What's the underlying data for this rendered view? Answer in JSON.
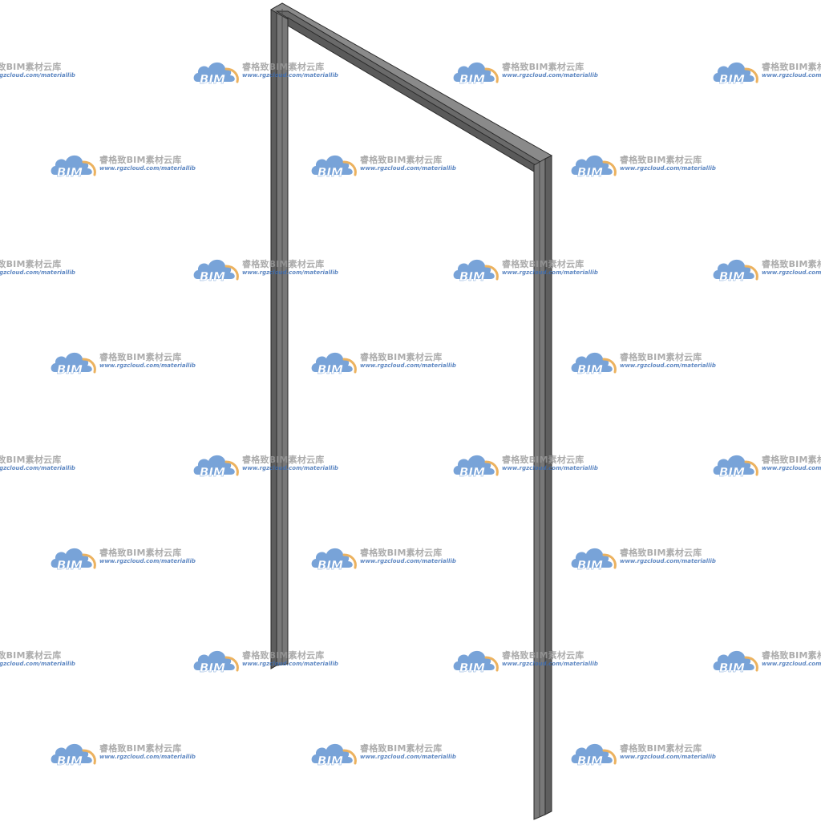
{
  "watermark": {
    "logo_text": "BIM",
    "title": "睿格致BIM素材云库",
    "url": "www.rgzcloud.com/materiallib",
    "cloud_color": "#5b8fd0",
    "arc_color": "#e8a23c",
    "title_color": "#9a9a9a",
    "url_color": "#3a6db5"
  },
  "model": {
    "name": "",
    "fill_front": "#777777",
    "fill_side": "#5e5e5e",
    "fill_top": "#8a8a8a",
    "edge_color": "#2a2a2a"
  }
}
